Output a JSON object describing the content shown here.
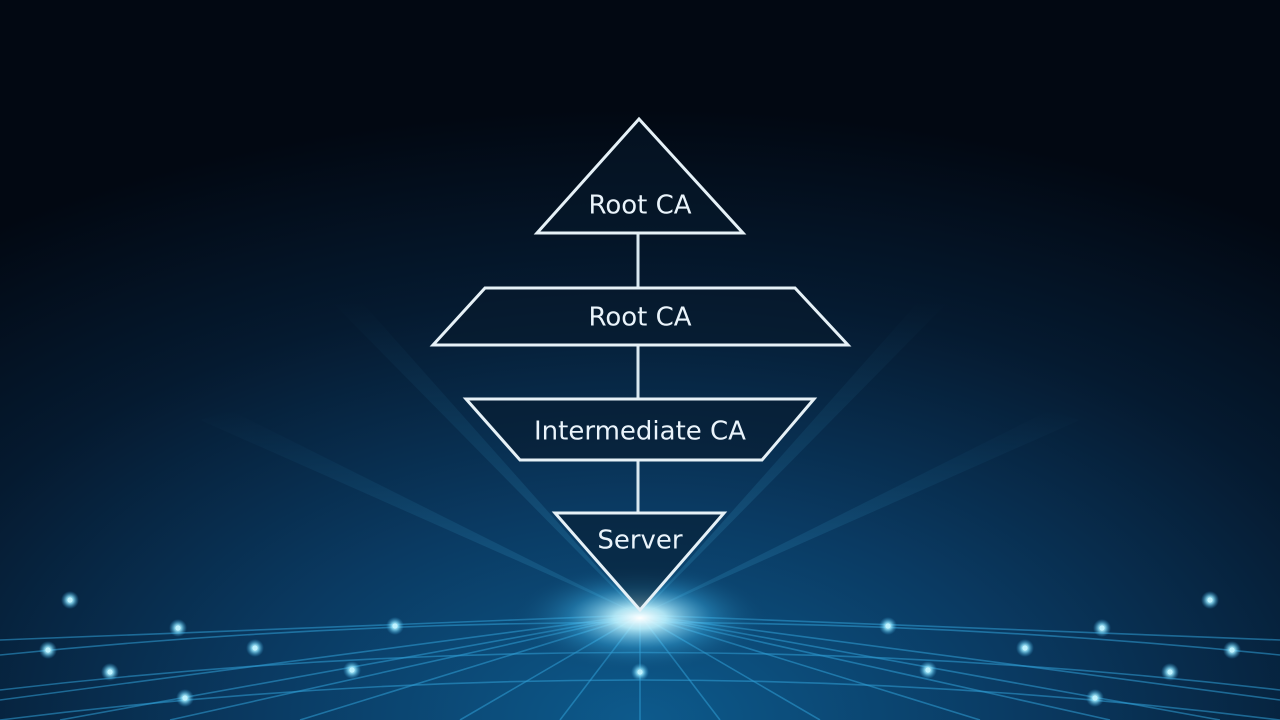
{
  "diagram": {
    "nodes": [
      {
        "id": "root-top",
        "shape": "triangle",
        "label": "Root CA"
      },
      {
        "id": "root-second",
        "shape": "trapezoid",
        "label": "Root CA"
      },
      {
        "id": "intermediate",
        "shape": "inverted-trapezoid",
        "label": "Intermediate CA"
      },
      {
        "id": "server",
        "shape": "inverted-triangle",
        "label": "Server"
      }
    ],
    "edges": [
      {
        "from": "root-top",
        "to": "root-second"
      },
      {
        "from": "root-second",
        "to": "intermediate"
      },
      {
        "from": "intermediate",
        "to": "server"
      }
    ]
  },
  "colors": {
    "background_top": "#020812",
    "background_bottom": "#0a3a62",
    "outline": "#e6f1f7",
    "glow": "#8fe6ff",
    "grid": "#2f9fd6"
  }
}
